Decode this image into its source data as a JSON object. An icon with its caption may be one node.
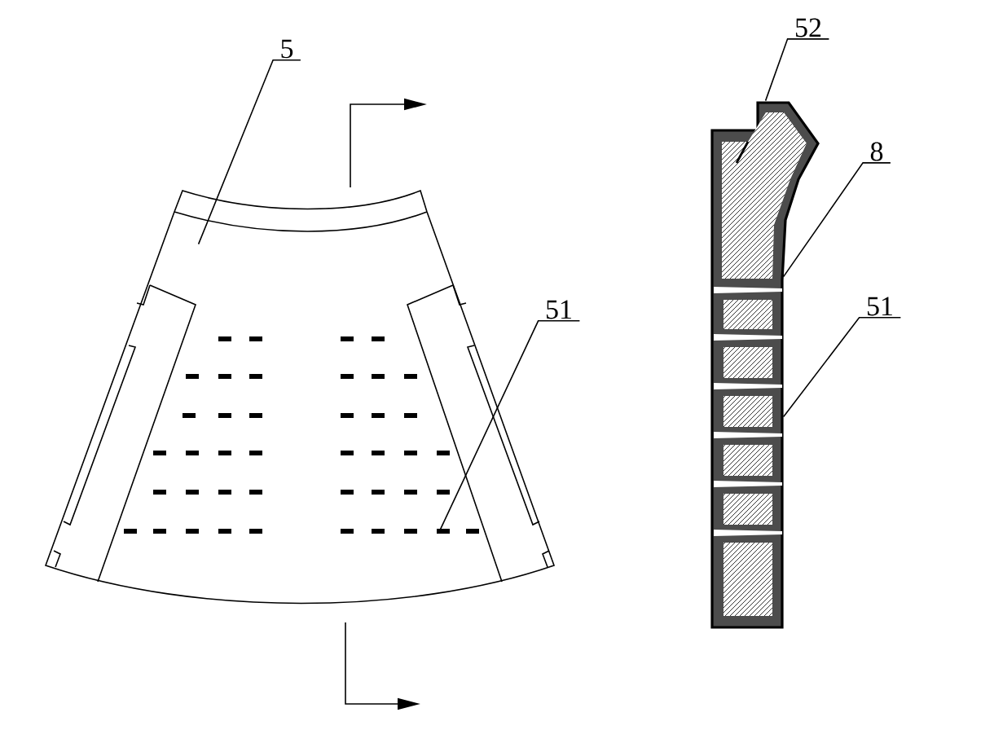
{
  "diagram": {
    "nodes": [
      {
        "text": [
          "5"
        ]
      },
      {
        "text": [
          "51"
        ]
      },
      {
        "text": [
          "52"
        ]
      },
      {
        "text": [
          "8"
        ]
      },
      {
        "text": [
          "51"
        ]
      },
      {
        "text": [],
        "shape": "picture"
      },
      {
        "text": [],
        "shape": "picture"
      }
    ],
    "edges": [
      {
        "from": 0,
        "to": 5,
        "arrow": "none"
      },
      {
        "from": 1,
        "to": 5,
        "arrow": "none"
      },
      {
        "from": 2,
        "to": 6,
        "arrow": "none"
      },
      {
        "from": 3,
        "to": 6,
        "arrow": "none"
      },
      {
        "from": 4,
        "to": 6,
        "arrow": "none"
      }
    ]
  }
}
